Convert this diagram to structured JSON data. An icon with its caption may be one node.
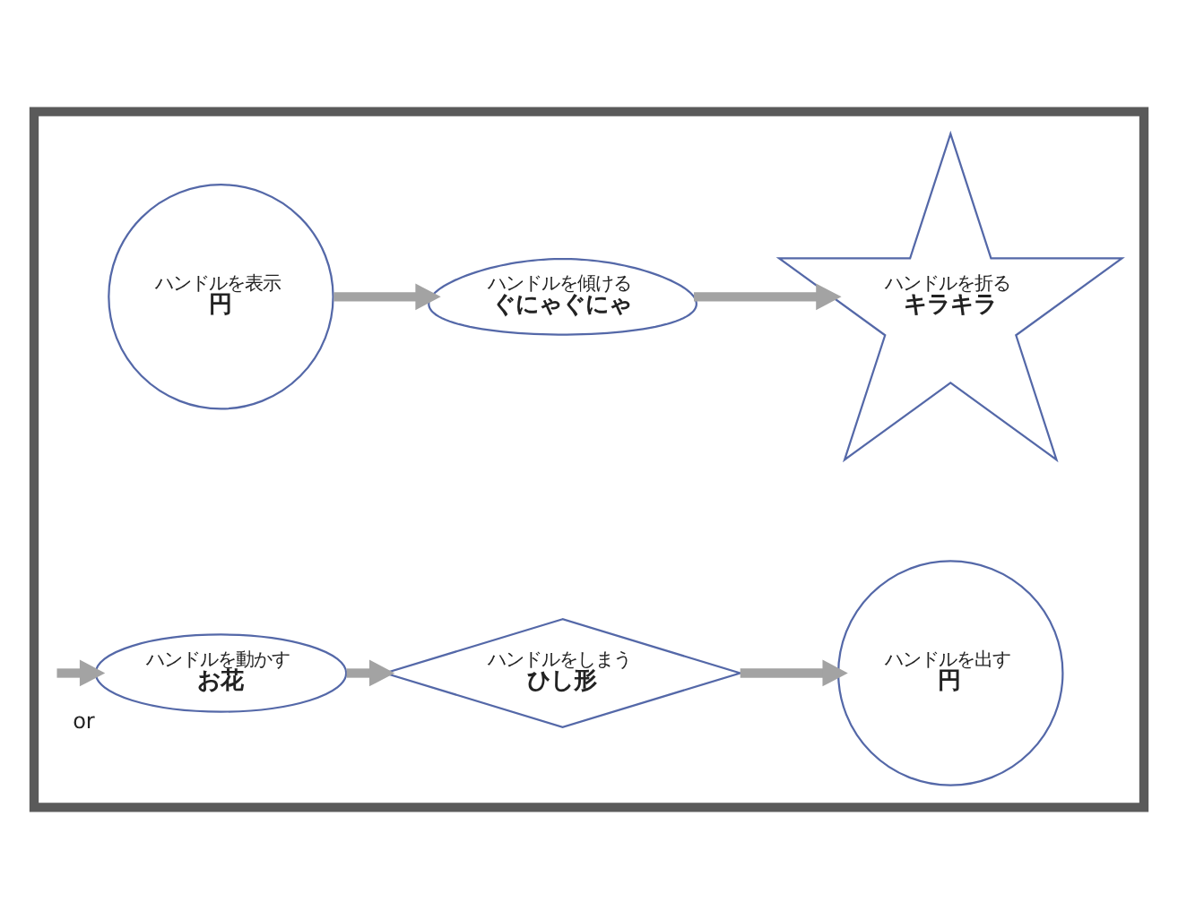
{
  "diagram": {
    "nodes": [
      {
        "text": [],
        "shape": "box"
      },
      {
        "text": [
          "ハンドルを表示",
          "円"
        ],
        "in": 0
      },
      {
        "text": [
          "ハンドルを傾ける",
          "ぐにゃぐにゃ"
        ],
        "in": 0
      },
      {
        "text": [
          "ハンドルを折る",
          "キラキラ"
        ],
        "in": 0
      },
      {
        "text": [
          "ハンドルを動かす",
          "お花"
        ],
        "beside": [
          "or"
        ],
        "in": 0
      },
      {
        "text": [
          "ハンドルをしまう",
          "ひし形"
        ],
        "in": 0
      },
      {
        "text": [
          "ハンドルを出す",
          "円"
        ],
        "in": 0
      }
    ],
    "edges": [
      {
        "from": 1,
        "to": 2,
        "arrow": "to"
      },
      {
        "from": 2,
        "to": 3,
        "arrow": "to"
      },
      {
        "from": null,
        "to": 4,
        "arrow": "to"
      },
      {
        "from": 4,
        "to": 5,
        "arrow": "to"
      },
      {
        "from": 5,
        "to": 6,
        "arrow": "to"
      }
    ]
  }
}
